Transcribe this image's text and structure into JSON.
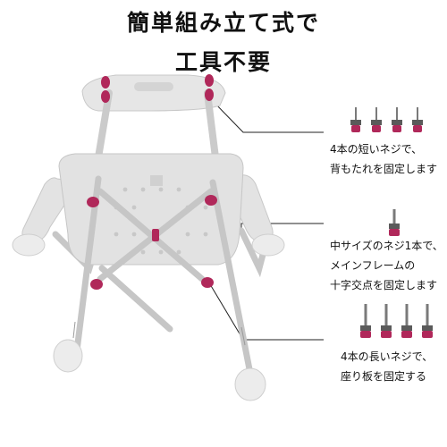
{
  "headline": {
    "line1": "簡単組み立て式で",
    "line2": "工具不要"
  },
  "callouts": [
    {
      "line1": "4本の短いネジで、",
      "line2": "背もたれを固定します",
      "screw_count": 4
    },
    {
      "line1": "中サイズのネジ1本で、",
      "line2": "メインフレームの",
      "line3": "十字交点を固定します",
      "screw_count": 1
    },
    {
      "line1": "4本の長いネジで、",
      "line2": "座り板を固定する",
      "screw_count": 4
    }
  ],
  "colors": {
    "chair_plastic": "#e4e4e4",
    "chair_frame": "#c9c9c9",
    "screw_knob": "#b0285a",
    "screw_shaft": "#7a7a7a",
    "leader_line": "#222222"
  },
  "icons": [
    "shower-chair-illustration",
    "screw-icon"
  ]
}
